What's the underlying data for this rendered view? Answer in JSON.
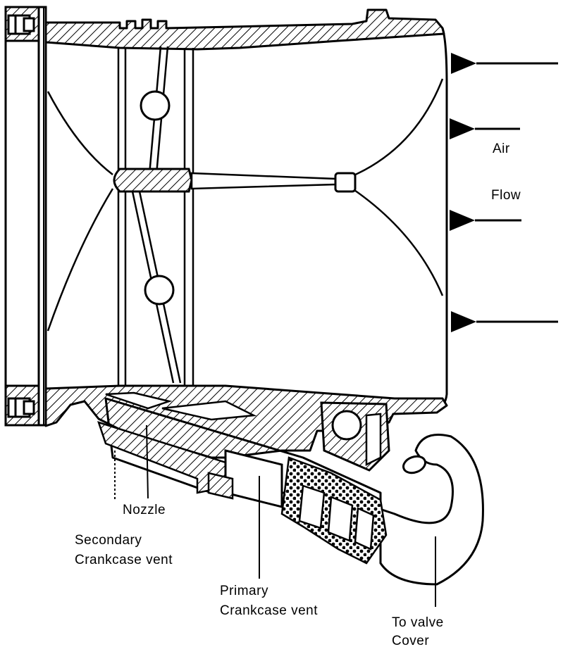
{
  "labels": {
    "air": "Air",
    "flow": "Flow",
    "nozzle": "Nozzle",
    "secondary_line1": "Secondary",
    "secondary_line2": "Crankcase  vent",
    "primary_line1": "Primary",
    "primary_line2": "Crankcase  vent",
    "valve_line1": "To  valve",
    "valve_line2": "Cover"
  },
  "colors": {
    "ink": "#000000",
    "paper": "#ffffff"
  }
}
